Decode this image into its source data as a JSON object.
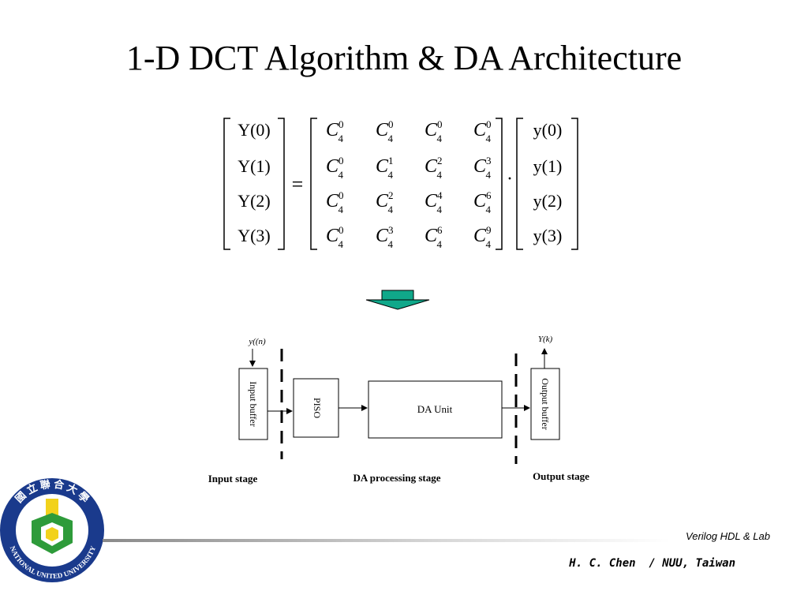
{
  "slide": {
    "title": "1-D DCT Algorithm & DA Architecture",
    "equation": {
      "output_vector": [
        "Y(0)",
        "Y(1)",
        "Y(2)",
        "Y(3)"
      ],
      "matrix": [
        [
          {
            "base": "C",
            "sub": "4",
            "sup": "0"
          },
          {
            "base": "C",
            "sub": "4",
            "sup": "0"
          },
          {
            "base": "C",
            "sub": "4",
            "sup": "0"
          },
          {
            "base": "C",
            "sub": "4",
            "sup": "0"
          }
        ],
        [
          {
            "base": "C",
            "sub": "4",
            "sup": "0"
          },
          {
            "base": "C",
            "sub": "4",
            "sup": "1"
          },
          {
            "base": "C",
            "sub": "4",
            "sup": "2"
          },
          {
            "base": "C",
            "sub": "4",
            "sup": "3"
          }
        ],
        [
          {
            "base": "C",
            "sub": "4",
            "sup": "0"
          },
          {
            "base": "C",
            "sub": "4",
            "sup": "2"
          },
          {
            "base": "C",
            "sub": "4",
            "sup": "4"
          },
          {
            "base": "C",
            "sub": "4",
            "sup": "6"
          }
        ],
        [
          {
            "base": "C",
            "sub": "4",
            "sup": "0"
          },
          {
            "base": "C",
            "sub": "4",
            "sup": "3"
          },
          {
            "base": "C",
            "sub": "4",
            "sup": "6"
          },
          {
            "base": "C",
            "sub": "4",
            "sup": "9"
          }
        ]
      ],
      "input_vector": [
        "y(0)",
        "y(1)",
        "y(2)",
        "y(3)"
      ],
      "equals": "=",
      "dot": "·"
    },
    "diagram": {
      "input_signal": "y((n)",
      "output_signal": "Y(k)",
      "blocks": {
        "input_buffer": "Input buffer",
        "piso": "PISO",
        "da_unit": "DA Unit",
        "output_buffer": "Output buffer"
      },
      "stages": {
        "input": "Input stage",
        "processing": "DA processing stage",
        "output": "Output stage"
      }
    },
    "footer": {
      "course": "Verilog HDL & Lab",
      "author": "H. C. Chen  / NUU, Taiwan"
    },
    "logo": {
      "ring_text_top": "國 立 聯 合 大 學",
      "ring_text_bottom": "NATIONAL UNITED UNIVERSITY"
    },
    "colors": {
      "arrow_fill": "#10a88a",
      "logo_ring": "#1a3a8c",
      "logo_green": "#2e9b3a",
      "logo_yellow": "#f2d21b"
    }
  }
}
